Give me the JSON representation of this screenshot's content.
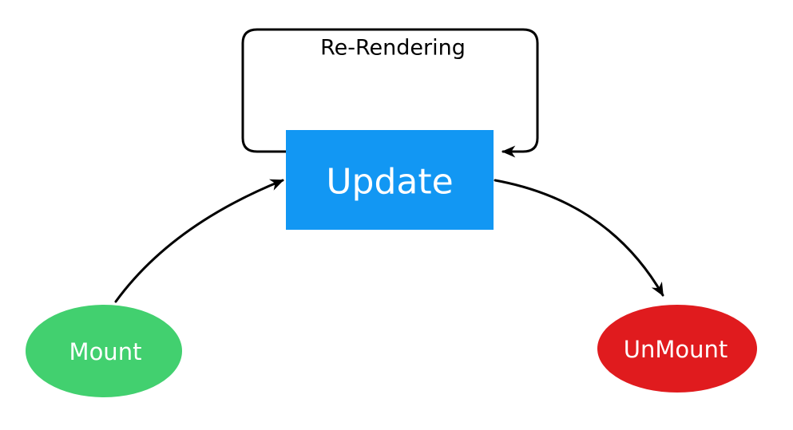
{
  "diagram": {
    "background": "#FFFFFF",
    "loop": {
      "label": "Re-Rendering"
    },
    "nodes": {
      "mount": {
        "label": "Mount",
        "shape": "ellipse",
        "fill": "#42D06F",
        "text_color": "#FFFFFF"
      },
      "update": {
        "label": "Update",
        "shape": "rectangle",
        "fill": "#1297F3",
        "text_color": "#FFFFFF"
      },
      "unmount": {
        "label": "UnMount",
        "shape": "ellipse",
        "fill": "#E01B1E",
        "text_color": "#FFFFFF"
      }
    },
    "edges": [
      {
        "from": "Mount",
        "to": "Update",
        "style": "curved-arrow"
      },
      {
        "from": "Update",
        "to": "UnMount",
        "style": "curved-arrow"
      },
      {
        "from": "Update",
        "to": "Update",
        "style": "self-loop",
        "label": "Re-Rendering"
      }
    ],
    "colors": {
      "edge": "#000000",
      "loop_text": "#000000"
    }
  }
}
